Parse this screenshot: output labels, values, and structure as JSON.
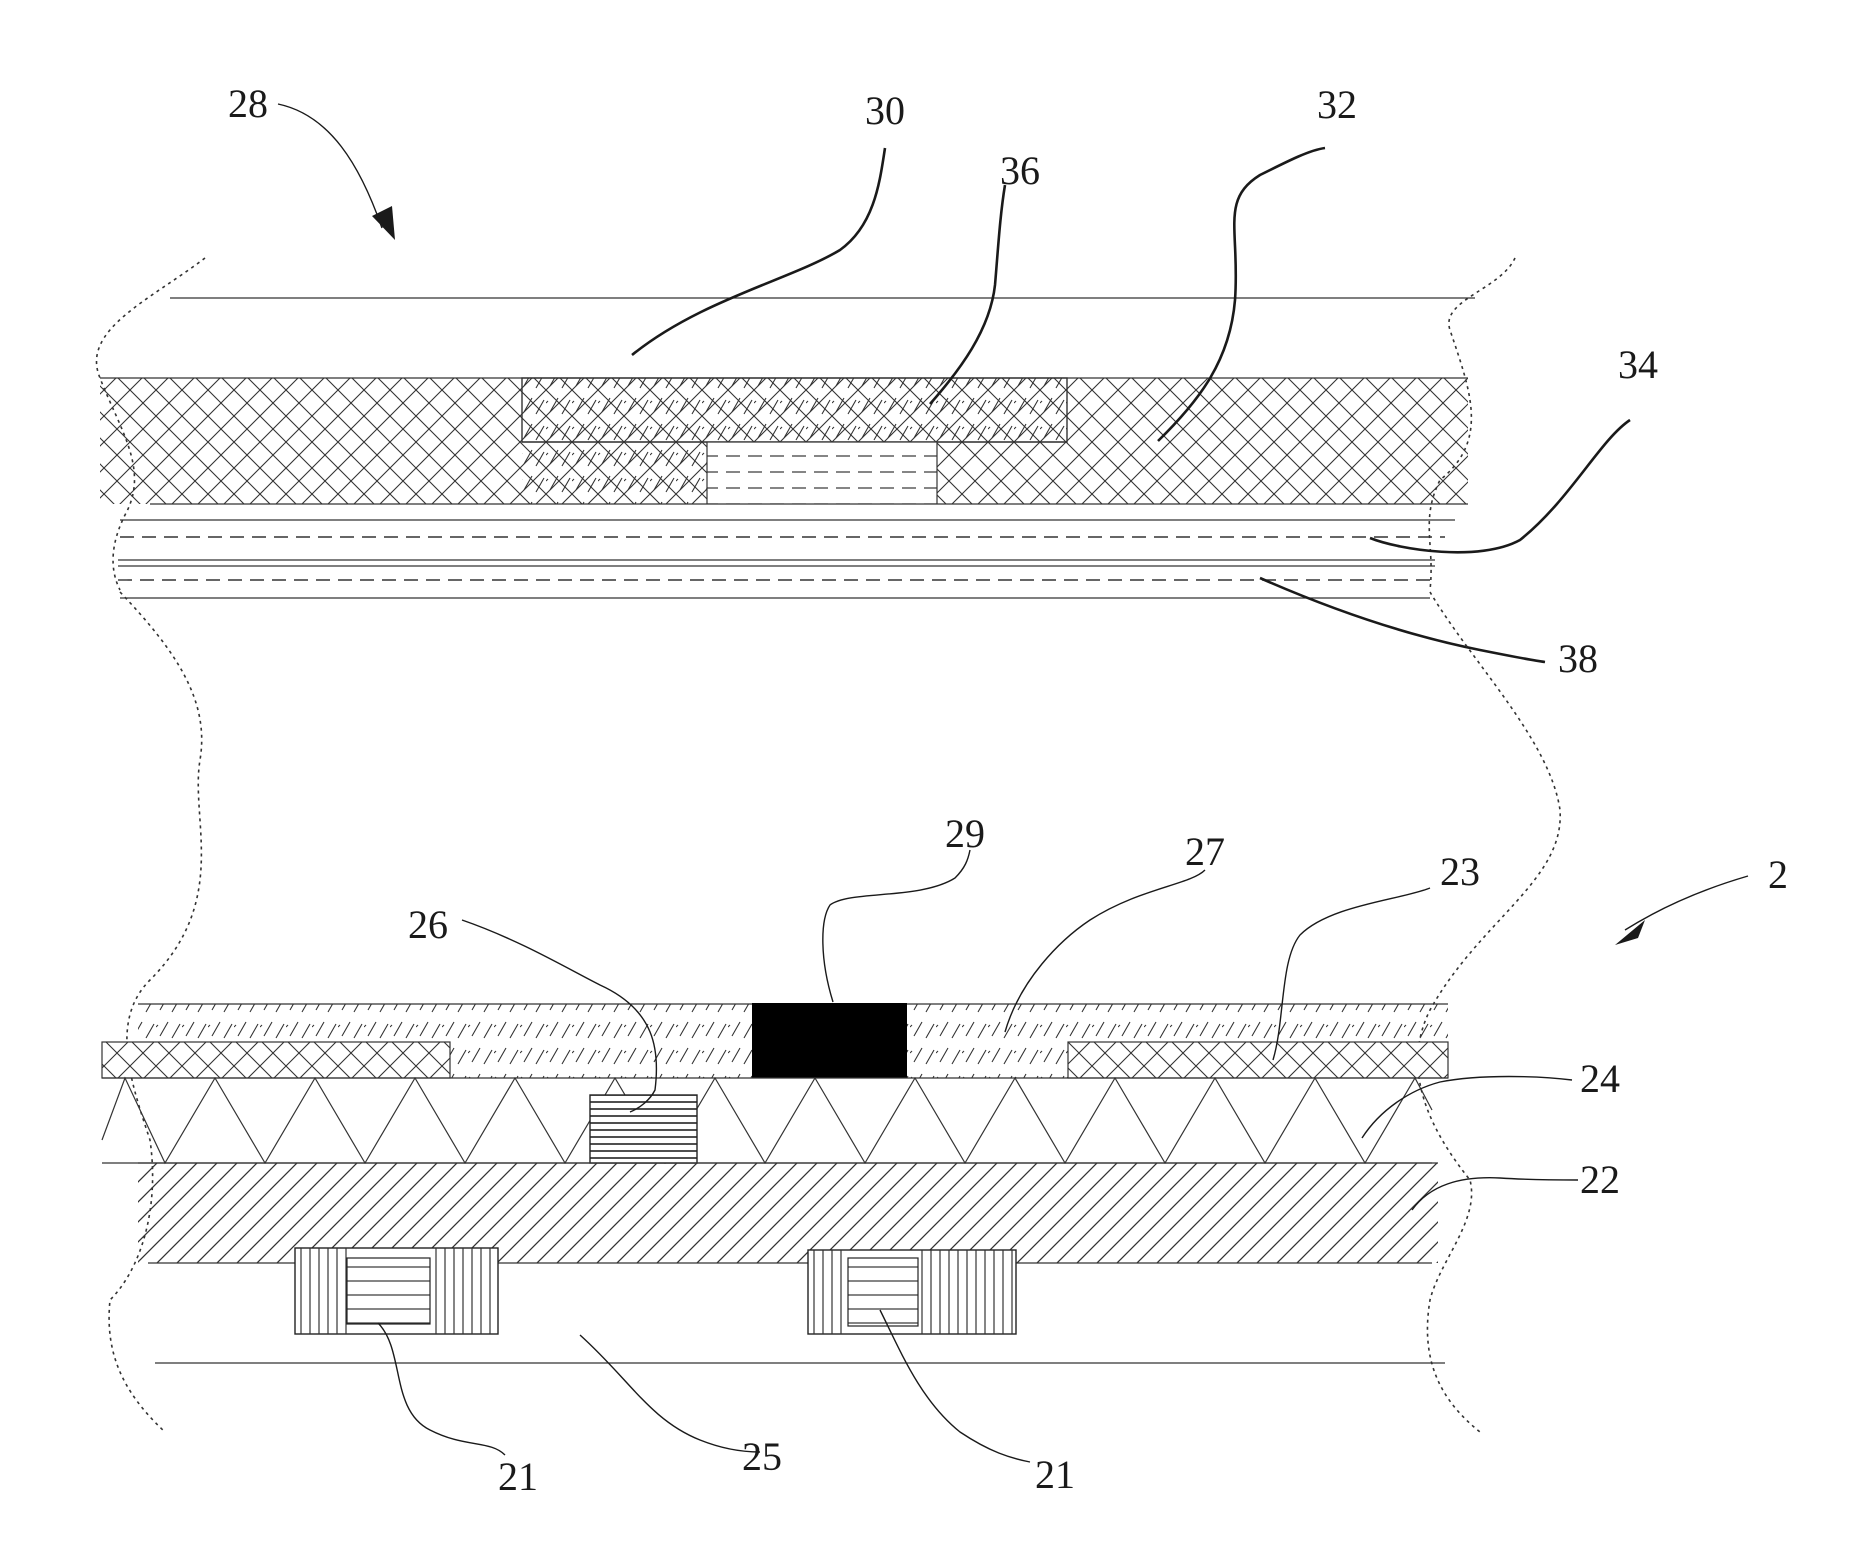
{
  "figure": {
    "labels": {
      "l28": "28",
      "l30": "30",
      "l32": "32",
      "l36": "36",
      "l34": "34",
      "l38": "38",
      "l29": "29",
      "l27": "27",
      "l23": "23",
      "l2": "2",
      "l26": "26",
      "l24": "24",
      "l22": "22",
      "l21a": "21",
      "l25": "25",
      "l21b": "21"
    },
    "colors": {
      "ink": "#1a1a1a",
      "paper": "#ffffff",
      "black_block": "#000000"
    }
  }
}
